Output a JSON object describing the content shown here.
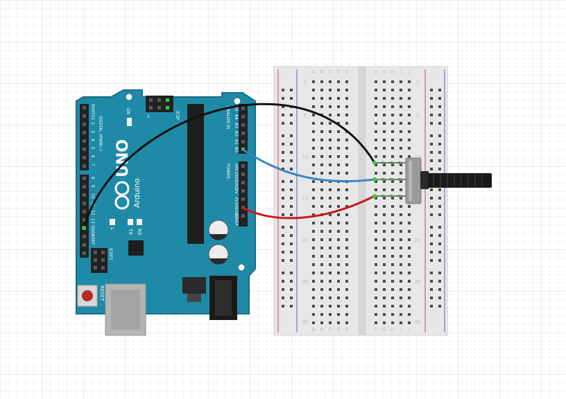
{
  "board": {
    "digital_top": [
      "RX0",
      "TX1",
      "2",
      "3",
      "4",
      "5",
      "6",
      "7"
    ],
    "digital_bottom": [
      "8",
      "9",
      "10",
      "11",
      "12",
      "13"
    ],
    "gnd": "GND",
    "aref": "AREF",
    "digital_label": "DIGITAL (PWM~)",
    "on_label": "ON",
    "icsp_label": "ICSP",
    "icsp2_label": "ICSP2",
    "l_label": "L",
    "tx_label": "TX",
    "rx_label": "RX",
    "brand_uno": "UNO",
    "brand_arduino": "Arduino",
    "reset_label": "RESET",
    "icsp_pin1": "1",
    "power_label": "POWER",
    "analog_label": "ANALOG IN",
    "analog_pins": [
      "A5",
      "A4",
      "A3",
      "A2",
      "A1",
      "A0"
    ],
    "power_pins": [
      "VIN",
      "GND",
      "GND",
      "5V",
      "3V3",
      "RESET",
      "IOREF"
    ],
    "colors": {
      "board": "#1f8aa7",
      "board_edge": "#176f87"
    }
  },
  "breadboard": {
    "columns_left": [
      "A",
      "B",
      "C",
      "D",
      "E"
    ],
    "columns_right": [
      "F",
      "G",
      "H",
      "I",
      "J"
    ],
    "row_labels": [
      "1",
      "5",
      "10",
      "15",
      "20",
      "25",
      "30"
    ],
    "colors": {
      "body": "#e8e8e8",
      "rail_red": "#d64545",
      "rail_blue": "#5a67c8"
    }
  },
  "wires": [
    {
      "name": "gnd-wire",
      "color": "#111111"
    },
    {
      "name": "signal-wire",
      "color": "#3a86c8"
    },
    {
      "name": "power-wire",
      "color": "#c71a1a"
    }
  ]
}
